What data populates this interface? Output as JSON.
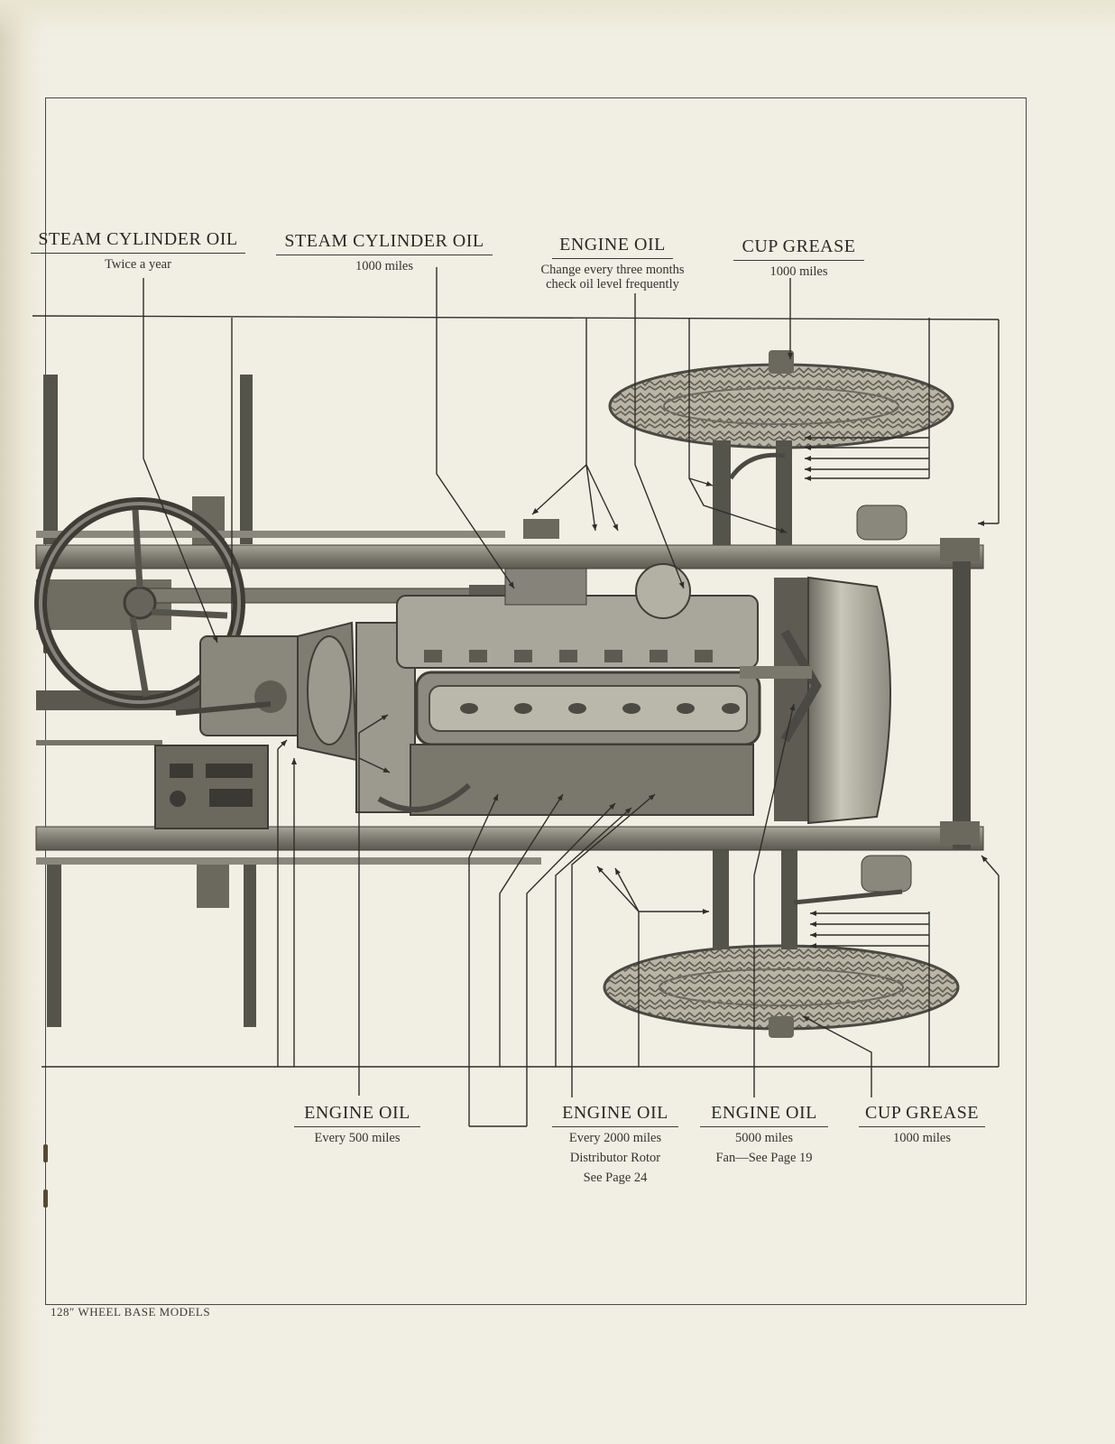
{
  "labels_top": [
    {
      "title": "STEAM CYLINDER OIL",
      "lines": [
        "Twice a year"
      ]
    },
    {
      "title": "STEAM CYLINDER OIL",
      "lines": [
        "1000 miles"
      ]
    },
    {
      "title": "ENGINE OIL",
      "lines": [
        "Change every three months",
        "check oil level frequently"
      ]
    },
    {
      "title": "CUP GREASE",
      "lines": [
        "1000 miles"
      ]
    }
  ],
  "labels_bottom": [
    {
      "title": "ENGINE OIL",
      "lines": [
        "Every 500 miles"
      ]
    },
    {
      "title": "ENGINE OIL",
      "lines": [
        "Every 2000 miles",
        "Distributor Rotor",
        "See Page 24"
      ]
    },
    {
      "title": "ENGINE OIL",
      "lines": [
        "5000 miles",
        "Fan—See Page 19"
      ]
    },
    {
      "title": "CUP GREASE",
      "lines": [
        "1000 miles"
      ]
    }
  ],
  "footer": "128″ WHEEL BASE MODELS"
}
